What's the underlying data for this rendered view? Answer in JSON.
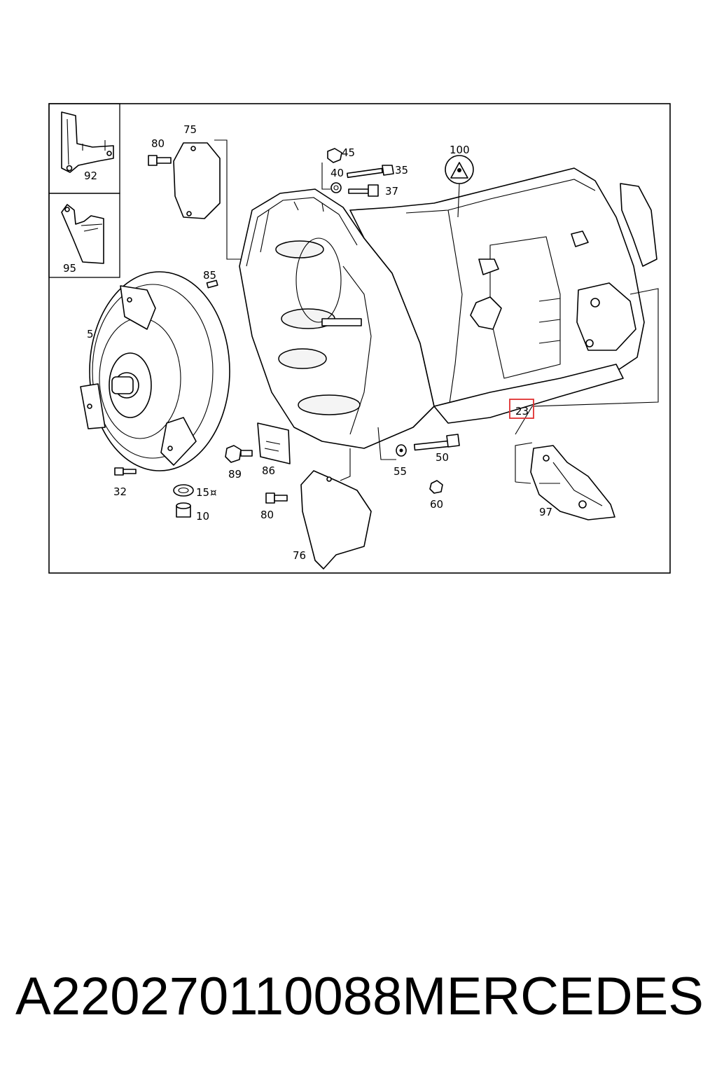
{
  "callouts": {
    "c5": "5",
    "c10": "10",
    "c15": "15",
    "c15_mark": "¤",
    "c23": "23",
    "c32": "32",
    "c35": "35",
    "c37": "37",
    "c40": "40",
    "c45": "45",
    "c50": "50",
    "c55": "55",
    "c60": "60",
    "c75": "75",
    "c76": "76",
    "c80_top": "80",
    "c80_bottom": "80",
    "c85": "85",
    "c86": "86",
    "c89": "89",
    "c92": "92",
    "c95": "95",
    "c97": "97",
    "c100": "100"
  },
  "highlight": {
    "part": "23",
    "color": "#e03030"
  },
  "caption": {
    "part_number": "A220270110088",
    "brand": "MERCEDES"
  }
}
